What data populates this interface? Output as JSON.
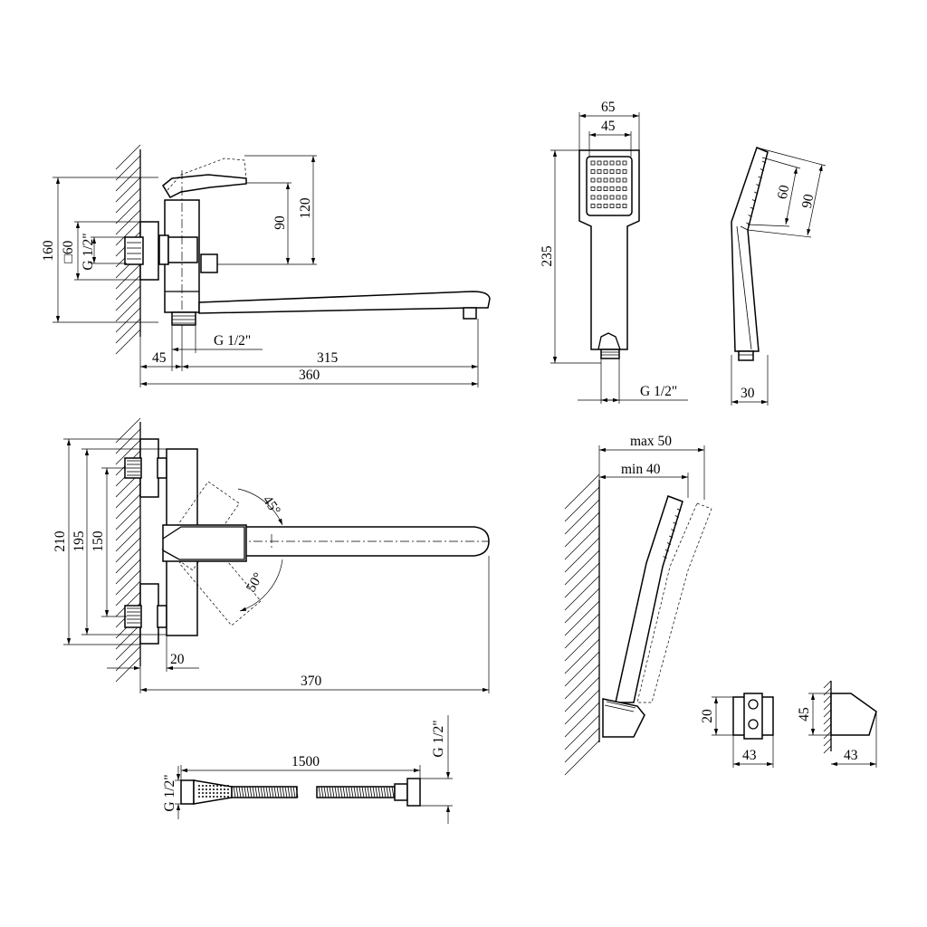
{
  "dimensions": {
    "mixer_side": {
      "height_160": "160",
      "square_60": "□60",
      "inlet_g12": "G 1/2\"",
      "dim_90": "90",
      "dim_120": "120",
      "outlet_g12": "G 1/2\"",
      "dim_45": "45",
      "dim_315": "315",
      "dim_360": "360"
    },
    "hand_shower_front": {
      "dim_65": "65",
      "dim_45": "45",
      "dim_235": "235",
      "thread_g12": "G 1/2\""
    },
    "hand_shower_side": {
      "dim_60": "60",
      "dim_90": "90",
      "dim_30": "30"
    },
    "mixer_top": {
      "dim_210": "210",
      "dim_195": "195",
      "dim_150": "150",
      "angle_45": "45°",
      "angle_50": "50°",
      "dim_20": "20",
      "dim_370": "370"
    },
    "holder": {
      "max_50": "max 50",
      "min_40": "min 40",
      "dim_20": "20",
      "dim_43a": "43",
      "dim_45": "45",
      "dim_43b": "43"
    },
    "hose": {
      "g12_left": "G 1/2\"",
      "length_1500": "1500",
      "g12_right": "G 1/2\""
    }
  }
}
